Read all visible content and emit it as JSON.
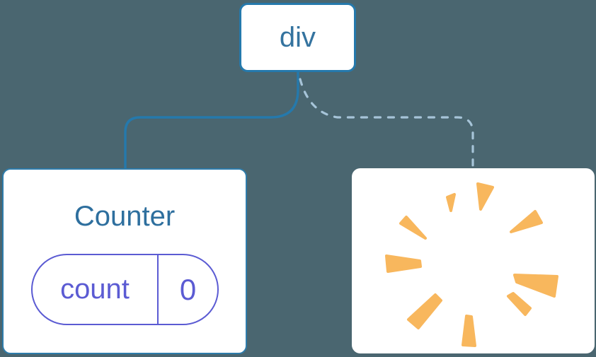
{
  "diagram": {
    "root_node": {
      "label": "div"
    },
    "counter_node": {
      "title": "Counter",
      "state": {
        "key": "count",
        "value": "0"
      }
    },
    "removed_node": {
      "icon": "poof-starburst-icon"
    },
    "edges": [
      {
        "from": "div",
        "to": "Counter",
        "style": "solid",
        "color": "#2579ac"
      },
      {
        "from": "div",
        "to": "removed",
        "style": "dashed",
        "color": "#a6c4d8"
      }
    ],
    "colors": {
      "background": "#4a6670",
      "node_fill": "#ffffff",
      "node_border_blue": "#2579ac",
      "node_text_blue": "#2e6f9e",
      "state_purple": "#5b5bd3",
      "edge_dashed_blue": "#a6c4d8",
      "poof_orange": "#f8b75d"
    }
  }
}
